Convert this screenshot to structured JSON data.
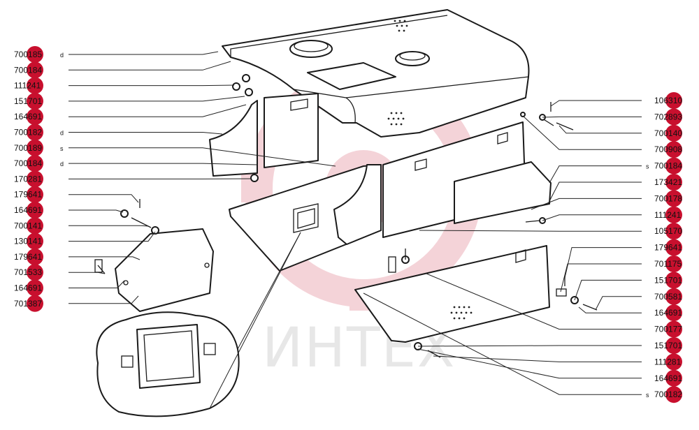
{
  "watermark": {
    "text": "ИНТЕХ",
    "accent": "#c8102e"
  },
  "callouts_left": [
    {
      "code": "700185",
      "suffix": "d"
    },
    {
      "code": "700184",
      "suffix": ""
    },
    {
      "code": "111241",
      "suffix": ""
    },
    {
      "code": "151701",
      "suffix": ""
    },
    {
      "code": "164691",
      "suffix": ""
    },
    {
      "code": "700182",
      "suffix": "d"
    },
    {
      "code": "700189",
      "suffix": "s"
    },
    {
      "code": "700184",
      "suffix": "d"
    },
    {
      "code": "170281",
      "suffix": ""
    },
    {
      "code": "179641",
      "suffix": ""
    },
    {
      "code": "164691",
      "suffix": ""
    },
    {
      "code": "700141",
      "suffix": ""
    },
    {
      "code": "130141",
      "suffix": ""
    },
    {
      "code": "179641",
      "suffix": ""
    },
    {
      "code": "701533",
      "suffix": ""
    },
    {
      "code": "164691",
      "suffix": ""
    },
    {
      "code": "701387",
      "suffix": ""
    }
  ],
  "callouts_right": [
    {
      "code": "106310",
      "prefix": ""
    },
    {
      "code": "702893",
      "prefix": ""
    },
    {
      "code": "700140",
      "prefix": ""
    },
    {
      "code": "700908",
      "prefix": ""
    },
    {
      "code": "700184",
      "prefix": "s"
    },
    {
      "code": "173421",
      "prefix": ""
    },
    {
      "code": "700178",
      "prefix": ""
    },
    {
      "code": "111241",
      "prefix": ""
    },
    {
      "code": "105170",
      "prefix": ""
    },
    {
      "code": "179641",
      "prefix": ""
    },
    {
      "code": "701175",
      "prefix": ""
    },
    {
      "code": "151701",
      "prefix": ""
    },
    {
      "code": "700581",
      "prefix": ""
    },
    {
      "code": "164691",
      "prefix": ""
    },
    {
      "code": "700177",
      "prefix": ""
    },
    {
      "code": "151701",
      "prefix": ""
    },
    {
      "code": "111281",
      "prefix": ""
    },
    {
      "code": "164691",
      "prefix": ""
    },
    {
      "code": "700182",
      "prefix": "s"
    }
  ]
}
